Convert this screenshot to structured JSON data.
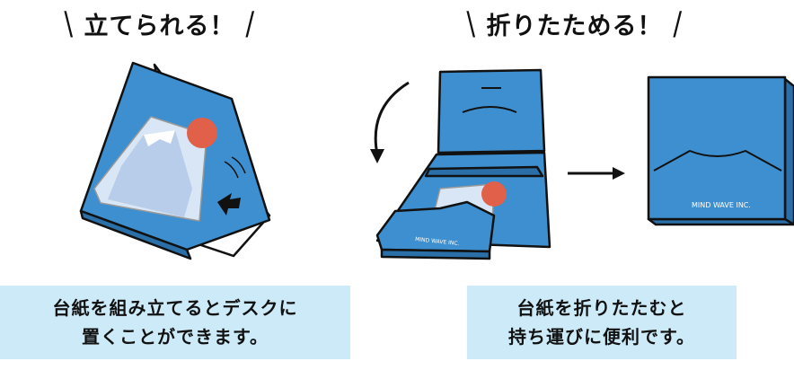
{
  "left": {
    "heading": "立てられる！",
    "caption_line1": "台紙を組み立てるとデスクに",
    "caption_line2": "置くことができます。"
  },
  "right": {
    "heading": "折りたためる！",
    "caption_line1": "台紙を折りたたむと",
    "caption_line2": "持ち運びに便利です。",
    "brand_label": "MIND WAVE INC."
  },
  "colors": {
    "box_blue": "#3d8fd0",
    "caption_bg": "#cdeaf8",
    "sun_red": "#e0604a"
  }
}
